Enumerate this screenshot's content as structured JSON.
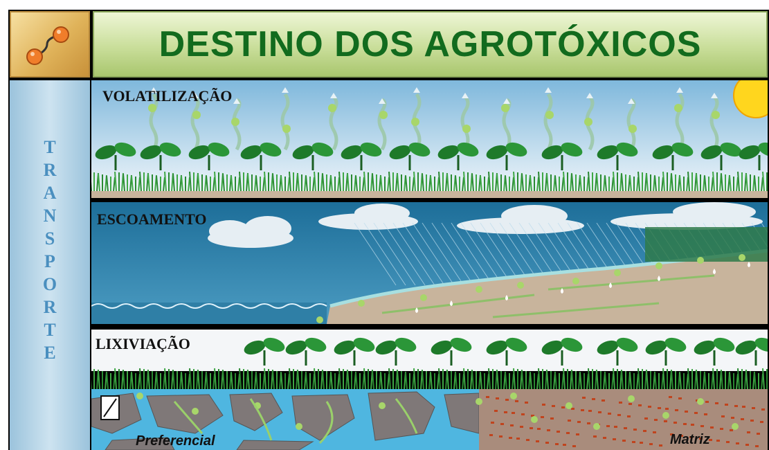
{
  "header": {
    "title": "DESTINO DOS AGROTÓXICOS"
  },
  "sidebar": {
    "label": "TRANSPORTE"
  },
  "panels": [
    {
      "label": "VOLATILIZAÇÃO"
    },
    {
      "label": "ESCOAMENTO"
    },
    {
      "label": "LIXIVIAÇÃO",
      "sublabels": {
        "left": "Preferencial",
        "right": "Matriz"
      }
    }
  ],
  "colors": {
    "title": "#126b1e",
    "sidebar_text": "#4a8fbf",
    "droplet": "#a8d66a",
    "leaf": "#1e7a2a",
    "water": "#2f7fa6",
    "soil": "#c8b49c"
  }
}
